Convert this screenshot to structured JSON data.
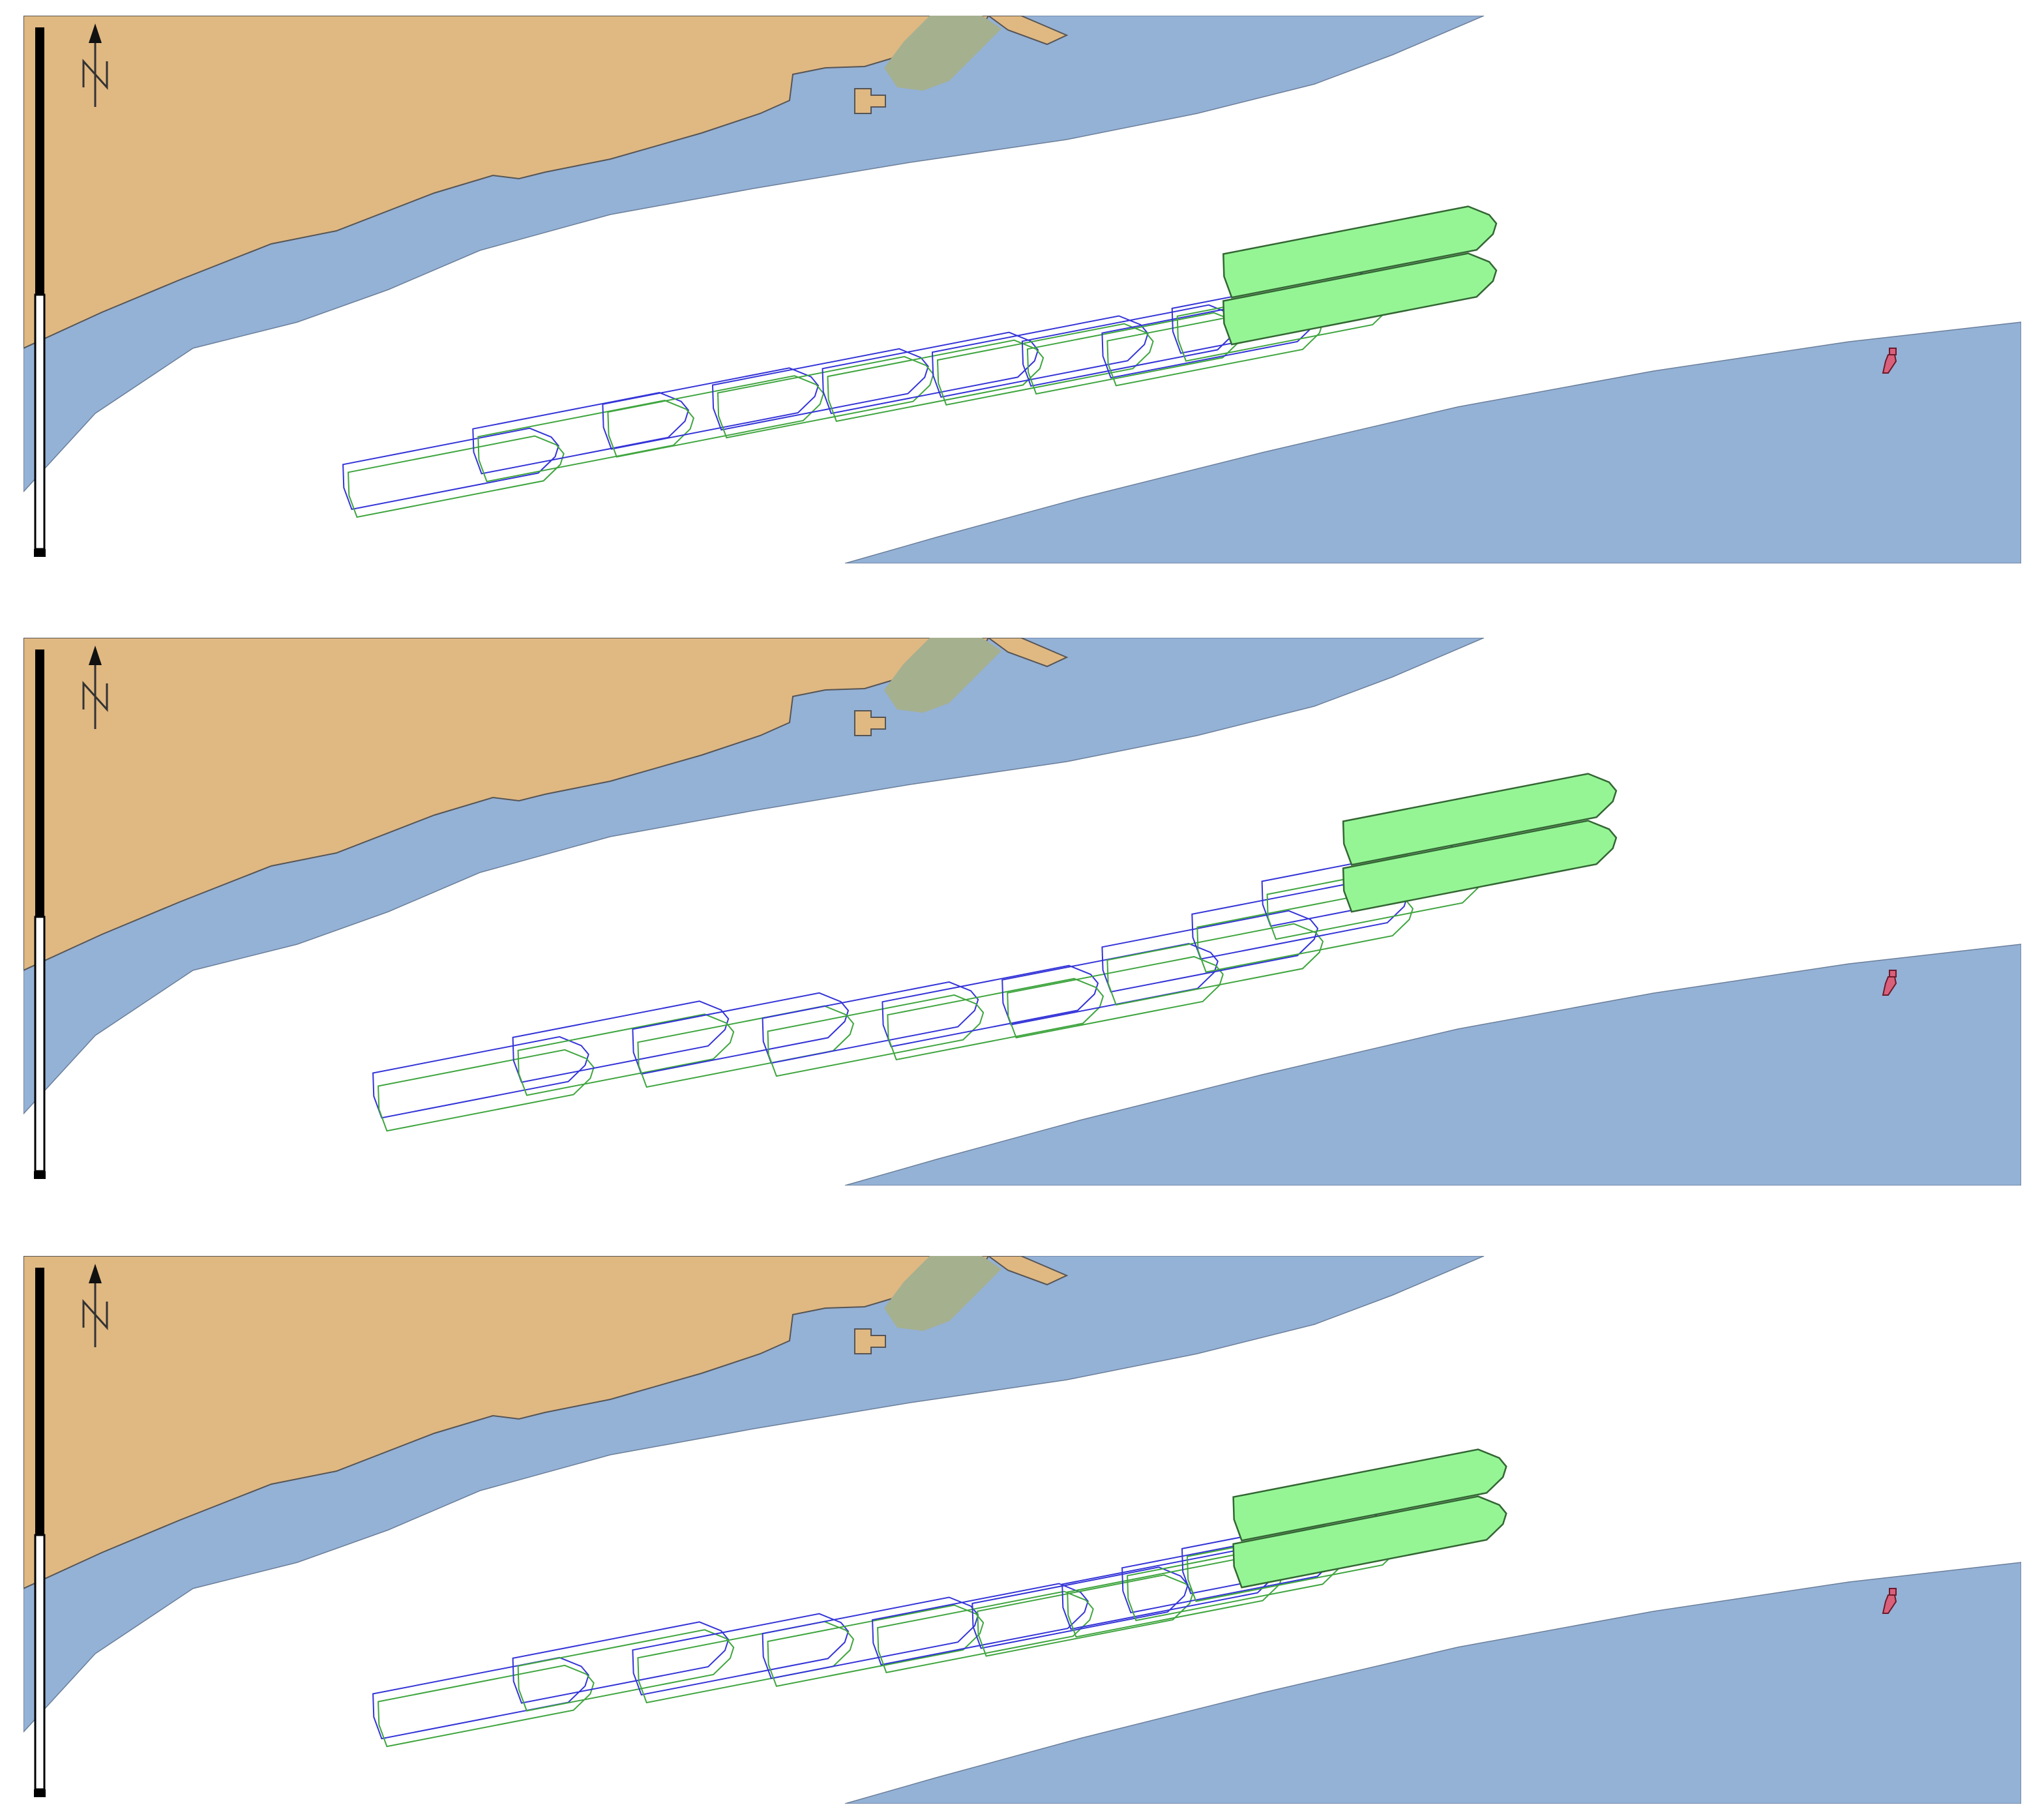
{
  "figure": {
    "panel_count": 3,
    "north_label": "N",
    "colors": {
      "land": "#e0b882",
      "shallow_water": "#94b1d6",
      "deep_water": "#ffffff",
      "intertidal": "#a5b08f",
      "vessel_fill": "#95f595",
      "trace_blue": "#3434d8",
      "trace_green": "#3fa53f",
      "buoy": "#d9607a"
    },
    "icons": [
      "north-arrow-icon",
      "scale-bar-icon",
      "buoy-icon",
      "vessel-icon"
    ]
  },
  "panels": [
    {
      "id": "top",
      "trace_pattern": "straight",
      "trace": [
        [
          0.215,
          0.83
        ],
        [
          0.28,
          0.765
        ],
        [
          0.345,
          0.72
        ],
        [
          0.4,
          0.685
        ],
        [
          0.455,
          0.655
        ],
        [
          0.51,
          0.625
        ],
        [
          0.555,
          0.605
        ],
        [
          0.595,
          0.59
        ],
        [
          0.63,
          0.545
        ]
      ],
      "lead_vessel": [
        0.67,
        0.47
      ],
      "heading_deg": -11
    },
    {
      "id": "middle",
      "trace_pattern": "curved",
      "trace": [
        [
          0.23,
          0.81
        ],
        [
          0.3,
          0.745
        ],
        [
          0.36,
          0.73
        ],
        [
          0.425,
          0.71
        ],
        [
          0.485,
          0.68
        ],
        [
          0.545,
          0.64
        ],
        [
          0.595,
          0.58
        ],
        [
          0.64,
          0.52
        ],
        [
          0.675,
          0.46
        ]
      ],
      "lead_vessel": [
        0.73,
        0.37
      ],
      "heading_deg": -11
    },
    {
      "id": "bottom",
      "trace_pattern": "converging",
      "trace": [
        [
          0.23,
          0.81
        ],
        [
          0.3,
          0.745
        ],
        [
          0.36,
          0.73
        ],
        [
          0.425,
          0.7
        ],
        [
          0.48,
          0.675
        ],
        [
          0.53,
          0.645
        ],
        [
          0.575,
          0.61
        ],
        [
          0.605,
          0.58
        ],
        [
          0.635,
          0.545
        ]
      ],
      "lead_vessel": [
        0.675,
        0.475
      ],
      "heading_deg": -11
    }
  ]
}
